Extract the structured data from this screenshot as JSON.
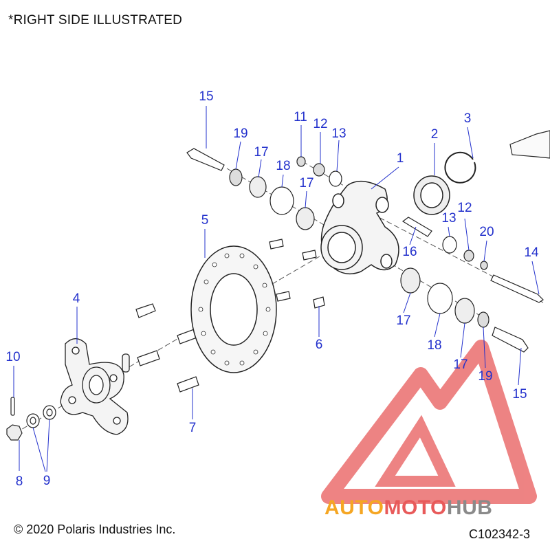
{
  "header_note": "*RIGHT SIDE ILLUSTRATED",
  "copyright": "© 2020 Polaris Industries Inc.",
  "figure_id": "C102342-3",
  "colors": {
    "callout": "#2230cc",
    "watermark_red": "#e85a5a",
    "watermark_orange": "#f5a623",
    "watermark_gray": "#8a8a8a"
  },
  "watermark": {
    "part_a": "AUTO",
    "part_b": "MOTO",
    "part_c": "HUB"
  },
  "callouts": [
    "1",
    "2",
    "3",
    "4",
    "5",
    "6",
    "7",
    "8",
    "9",
    "10",
    "11",
    "12",
    "12",
    "13",
    "13",
    "14",
    "15",
    "15",
    "16",
    "17",
    "17",
    "17",
    "17",
    "18",
    "18",
    "19",
    "19",
    "20"
  ]
}
